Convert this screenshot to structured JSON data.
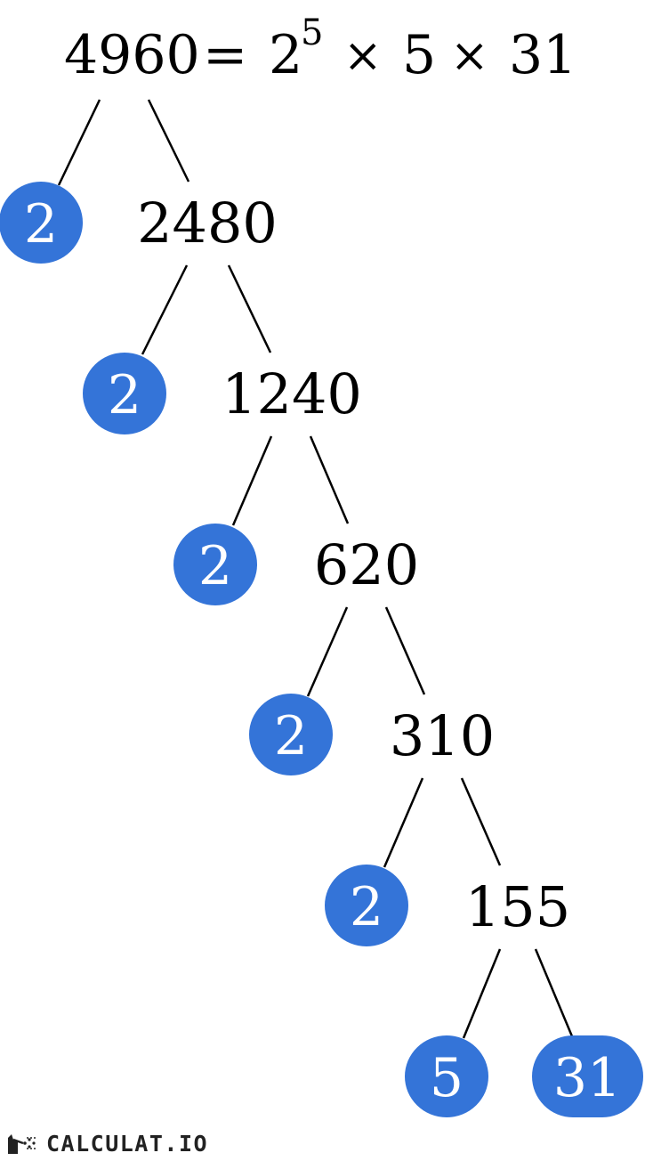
{
  "equation": {
    "number": "4960",
    "equals": "=",
    "base": "2",
    "exponent": "5",
    "times": "×",
    "factor2": "5",
    "factor3": "31"
  },
  "colors": {
    "prime_fill": "#3474d8",
    "line": "#000000"
  },
  "composites": [
    "2480",
    "1240",
    "620",
    "310",
    "155"
  ],
  "primes": [
    "2",
    "2",
    "2",
    "2",
    "2",
    "5",
    "31"
  ],
  "logo": {
    "text": "CALCULAT.IO",
    "icon": "calculator-logo-icon"
  }
}
